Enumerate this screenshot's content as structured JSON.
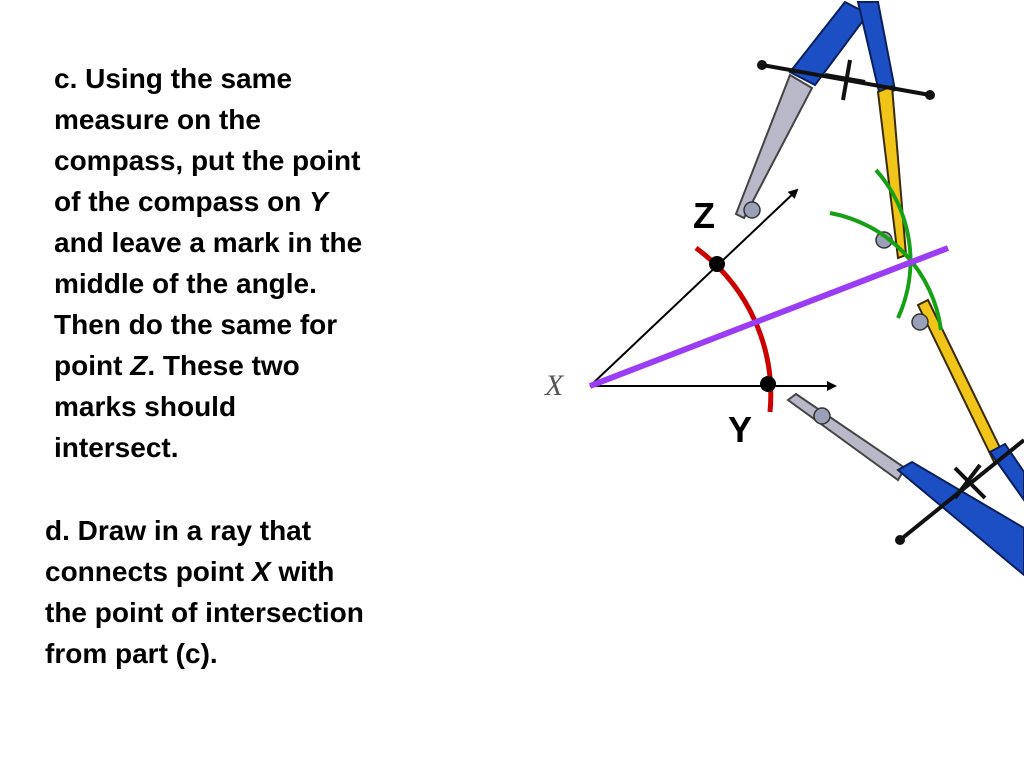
{
  "step_c": {
    "line1": "c.  Using the same",
    "line2": "measure on the",
    "line3": "compass, put the point",
    "line4_pre": "of the compass on ",
    "line4_var": "Y",
    "line5": "and leave a mark in the",
    "line6": "middle of the angle.",
    "line7": "Then do the same for",
    "line8_pre": "point ",
    "line8_var": "Z",
    "line8_post": ".  These two",
    "line9": "marks should",
    "line10": "intersect."
  },
  "step_d": {
    "line1": "d.  Draw in a ray that",
    "line2_pre": "connects point ",
    "line2_var": "X",
    "line2_post": " with",
    "line3": "the point of intersection",
    "line4": "from part (c)."
  },
  "figure": {
    "vertex_label": "X",
    "point_z_label": "Z",
    "point_y_label": "Y",
    "colors": {
      "ray": "#000000",
      "first_arc": "#cc0000",
      "intersection_arcs": "#16a016",
      "bisector": "#9b3df5",
      "compass_leg": "#1c4fc4",
      "pencil": "#f0c419",
      "needle": "#b8b8c8"
    }
  }
}
